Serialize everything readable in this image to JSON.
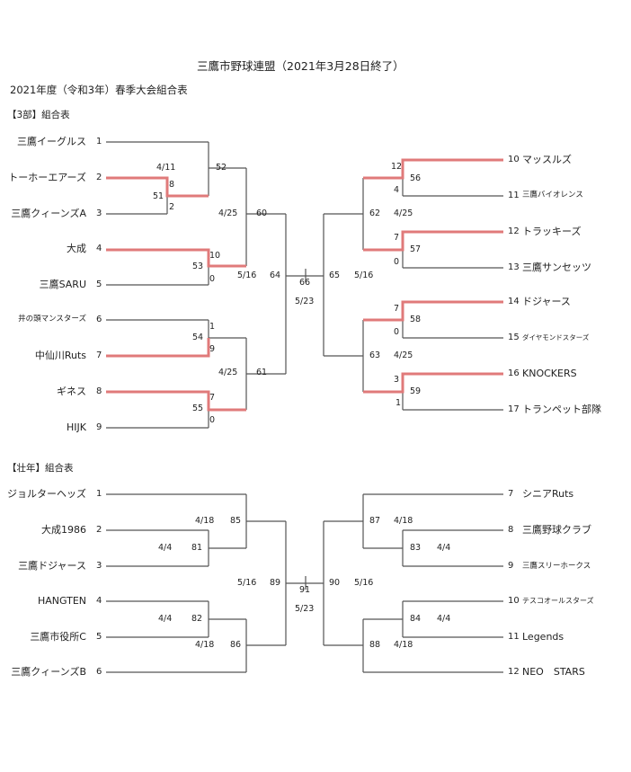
{
  "header": {
    "title": "三鷹市野球連盟（2021年3月28日終了）",
    "subtitle": "2021年度（令和3年）春季大会組合表"
  },
  "section1": {
    "label": "【3部】組合表",
    "left_teams": [
      {
        "name": "三鷹イーグルス",
        "seed": "1"
      },
      {
        "name": "トーホーエアーズ",
        "seed": "2"
      },
      {
        "name": "三鷹クィーンズA",
        "seed": "3"
      },
      {
        "name": "大成",
        "seed": "4"
      },
      {
        "name": "三鷹SARU",
        "seed": "5"
      },
      {
        "name": "井の頭マンスターズ",
        "seed": "6"
      },
      {
        "name": "中仙川Ruts",
        "seed": "7"
      },
      {
        "name": "ギネス",
        "seed": "8"
      },
      {
        "name": "HIJK",
        "seed": "9"
      }
    ],
    "right_teams": [
      {
        "seed": "10",
        "name": "マッスルズ"
      },
      {
        "seed": "11",
        "name": "三鷹バイオレンス"
      },
      {
        "seed": "12",
        "name": "トラッキーズ"
      },
      {
        "seed": "13",
        "name": "三鷹サンセッツ"
      },
      {
        "seed": "14",
        "name": "ドジャース"
      },
      {
        "seed": "15",
        "name": "ダイヤモンドスターズ"
      },
      {
        "seed": "16",
        "name": "KNOCKERS"
      },
      {
        "seed": "17",
        "name": "トランペット部隊"
      }
    ],
    "labels": {
      "d_4_11": "4/11",
      "s_8": "8",
      "g51": "51",
      "s_2": "2",
      "g52": "52",
      "d_4_25a": "4/25",
      "g60": "60",
      "s_10": "10",
      "g53": "53",
      "s_0a": "0",
      "d_5_16a": "5/16",
      "g64": "64",
      "g66": "66",
      "g65": "65",
      "d_5_23": "5/23",
      "d_5_16b": "5/16",
      "s_1": "1",
      "g54": "54",
      "s_9": "9",
      "d_4_25b": "4/25",
      "g61": "61",
      "s_7a": "7",
      "g55": "55",
      "s_0b": "0",
      "s_12": "12",
      "g56": "56",
      "s_4": "4",
      "g62": "62",
      "d_4_25c": "4/25",
      "s_7b": "7",
      "g57": "57",
      "s_0c": "0",
      "s_7c": "7",
      "g58": "58",
      "s_0d": "0",
      "g63": "63",
      "d_4_25d": "4/25",
      "s_3": "3",
      "g59": "59",
      "s_1b": "1"
    }
  },
  "section2": {
    "label": "【壮年】組合表",
    "left_teams": [
      {
        "name": "ジョルターヘッズ",
        "seed": "1"
      },
      {
        "name": "大成1986",
        "seed": "2"
      },
      {
        "name": "三鷹ドジャース",
        "seed": "3"
      },
      {
        "name": "HANGTEN",
        "seed": "4"
      },
      {
        "name": "三鷹市役所C",
        "seed": "5"
      },
      {
        "name": "三鷹クィーンズB",
        "seed": "6"
      }
    ],
    "right_teams": [
      {
        "seed": "7",
        "name": "シニアRuts"
      },
      {
        "seed": "8",
        "name": "三鷹野球クラブ"
      },
      {
        "seed": "9",
        "name": "三鷹スリーホークス"
      },
      {
        "seed": "10",
        "name": "テスコオールスターズ"
      },
      {
        "seed": "11",
        "name": "Legends"
      },
      {
        "seed": "12",
        "name": "NEO　STARS"
      }
    ],
    "labels": {
      "d_4_18a": "4/18",
      "g85": "85",
      "d_4_4a": "4/4",
      "g81": "81",
      "d_5_16a": "5/16",
      "g89": "89",
      "g91": "91",
      "g90": "90",
      "d_5_16b": "5/16",
      "d_5_23": "5/23",
      "d_4_4b": "4/4",
      "g82": "82",
      "d_4_18b": "4/18",
      "g86": "86",
      "g87": "87",
      "d_4_18c": "4/18",
      "g83": "83",
      "d_4_4c": "4/4",
      "g84": "84",
      "d_4_4d": "4/4",
      "g88": "88",
      "d_4_18d": "4/18"
    }
  }
}
